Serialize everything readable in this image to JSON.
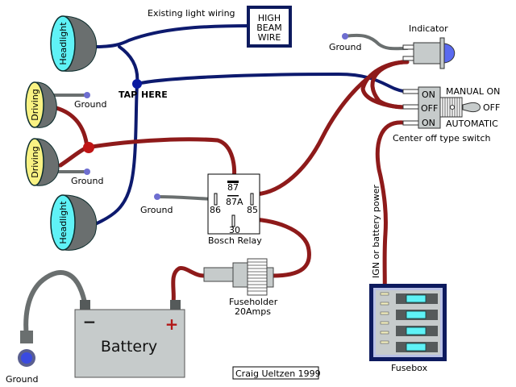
{
  "diagram": {
    "title_label": "Existing light wiring",
    "high_beam_box": [
      "HIGH",
      "BEAM",
      "WIRE"
    ],
    "tap_label_left": "TAP",
    "tap_label_right": "HERE",
    "lamps": {
      "headlight_top": "Headlight",
      "driving_top": "Driving",
      "driving_bottom": "Driving",
      "headlight_bottom": "Headlight"
    },
    "ground_labels": {
      "driving_top": "Ground",
      "driving_bottom": "Ground",
      "relay": "Ground",
      "indicator": "Ground",
      "battery": "Ground"
    },
    "indicator": {
      "label": "Indicator"
    },
    "switch": {
      "positions": [
        "ON",
        "OFF",
        "ON"
      ],
      "right_labels": {
        "top": "MANUAL ON",
        "middle": "OFF",
        "bottom": "AUTOMATIC"
      },
      "caption": "Center off type switch"
    },
    "relay": {
      "caption": "Bosch Relay",
      "pins": {
        "p87": "87",
        "p87a": "87A",
        "p86": "86",
        "p85": "85",
        "p30": "30"
      }
    },
    "fuseholder": {
      "line1": "Fuseholder",
      "line2": "20Amps"
    },
    "battery": {
      "label": "Battery",
      "neg": "−",
      "pos": "+"
    },
    "power_label": "IGN or battery power",
    "fusebox": {
      "caption": "Fusebox",
      "fuse_count": 4,
      "terminal_count": 6
    },
    "credit": "Craig Ueltzen 1999"
  }
}
